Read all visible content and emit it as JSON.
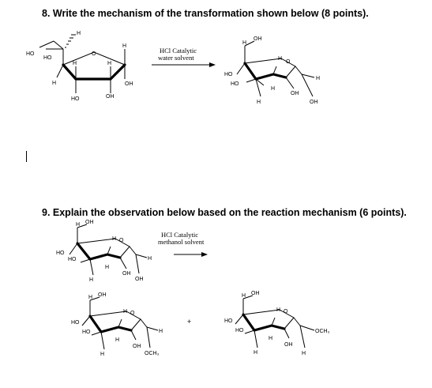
{
  "questions": {
    "q8": {
      "text": "8.  Write the mechanism of the transformation shown below (8 points)."
    },
    "q9": {
      "text": "9.  Explain the observation below based on the reaction mechanism (6 points)."
    }
  },
  "reaction1": {
    "condition_line1": "HCl Catalytic",
    "condition_line2": "water solvent"
  },
  "reaction2": {
    "condition_line1": "HCl Catalytic",
    "condition_line2": "methanol solvent",
    "plus": "+"
  },
  "atoms": {
    "HO": "HO",
    "OH": "OH",
    "H": "H",
    "O": "O",
    "OCH3": "OCH₃"
  }
}
